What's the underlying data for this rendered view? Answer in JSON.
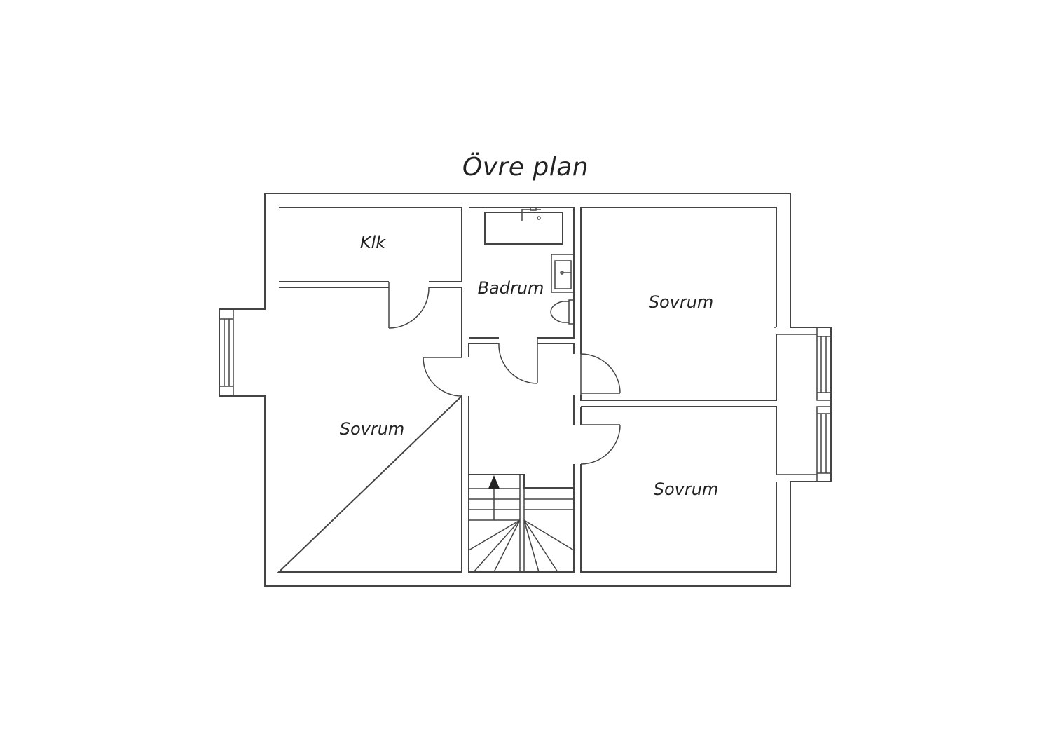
{
  "title": "Övre plan",
  "rooms": [
    {
      "id": "klk",
      "label": "Klk"
    },
    {
      "id": "badrum",
      "label": "Badrum"
    },
    {
      "id": "sovrum-left",
      "label": "Sovrum"
    },
    {
      "id": "sovrum-right-top",
      "label": "Sovrum"
    },
    {
      "id": "sovrum-right-bottom",
      "label": "Sovrum"
    }
  ],
  "colors": {
    "line": "#444444",
    "text": "#222222",
    "background": "#ffffff"
  }
}
